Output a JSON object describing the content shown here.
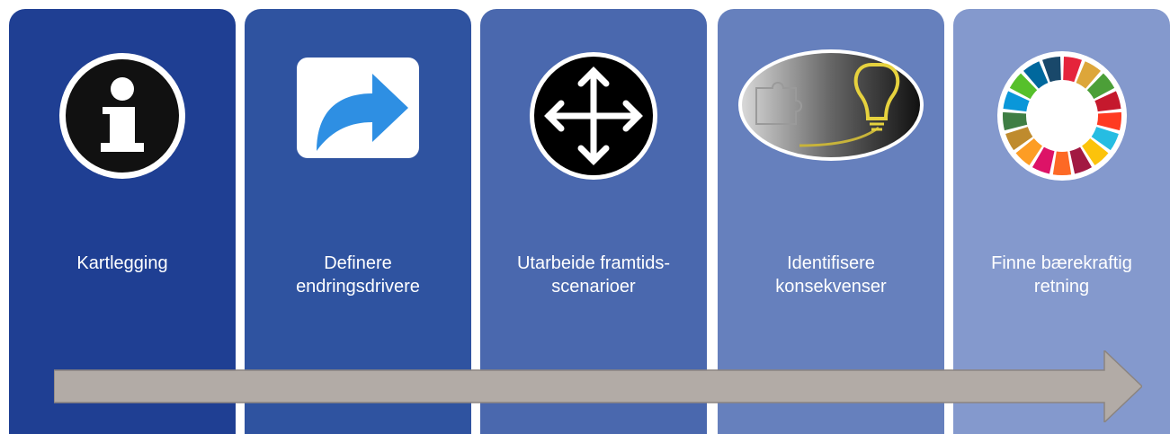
{
  "steps": [
    {
      "line1": "Kartlegging",
      "line2": "",
      "icon": "info-icon"
    },
    {
      "line1": "Definere",
      "line2": "endringsdrivere",
      "icon": "share-arrow-icon"
    },
    {
      "line1": "Utarbeide framtids-",
      "line2": "scenarioer",
      "icon": "move-arrows-icon"
    },
    {
      "line1": "Identifisere",
      "line2": "konsekvenser",
      "icon": "puzzle-lightbulb-icon"
    },
    {
      "line1": "Finne bærekraftig",
      "line2": "retning",
      "icon": "sdg-wheel-icon"
    }
  ],
  "colors": {
    "panels": [
      "#1f3f93",
      "#2f53a0",
      "#4a68ae",
      "#6680bd",
      "#8499cd"
    ],
    "arrow": "#b2aba6"
  }
}
